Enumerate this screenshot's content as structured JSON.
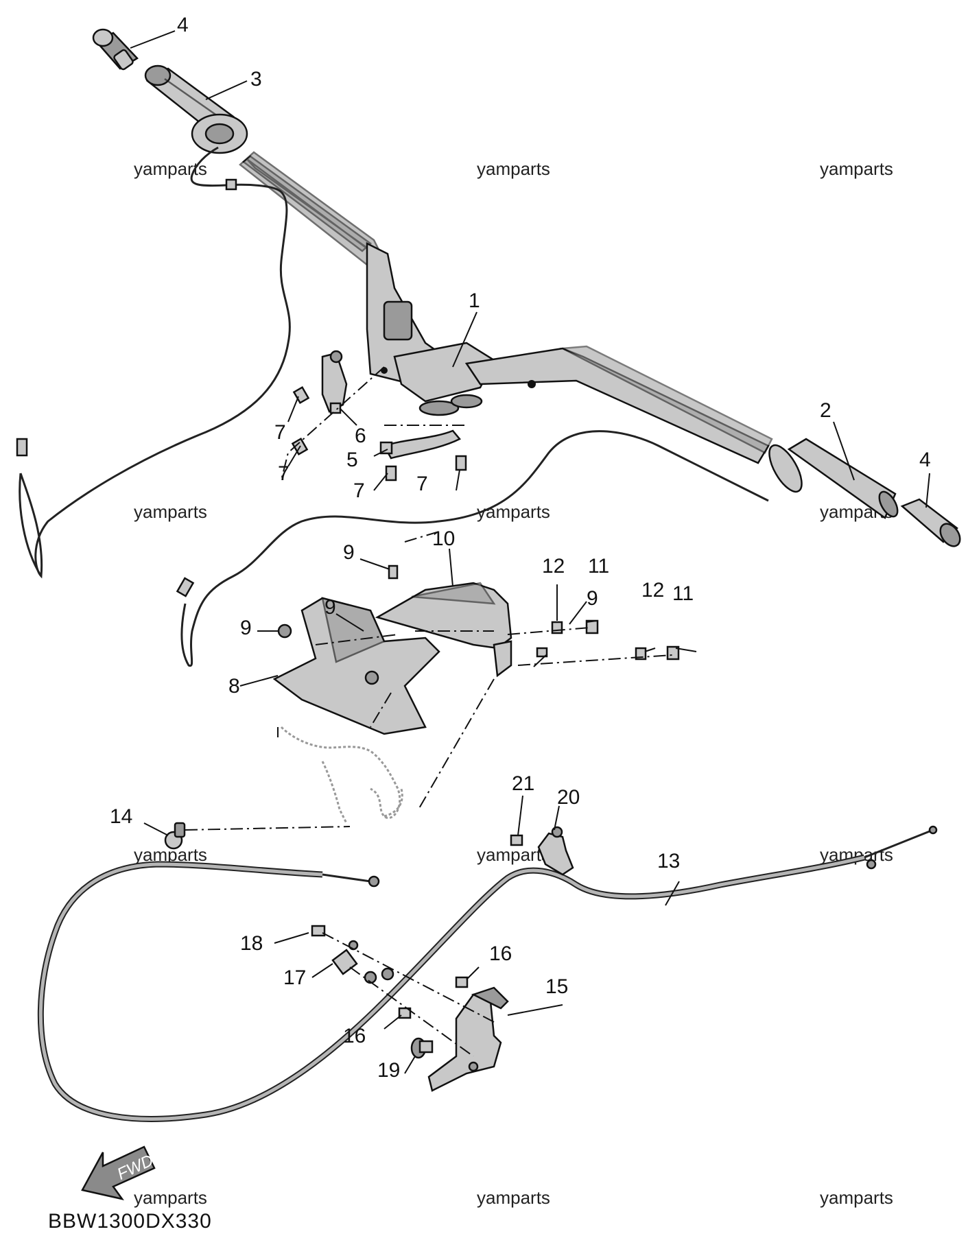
{
  "diagram_code": "BBW1300DX330",
  "watermark": "yamparts",
  "fwd_label": "FWD",
  "callouts": {
    "c1": "1",
    "c2": "2",
    "c3": "3",
    "c4a": "4",
    "c4b": "4",
    "c5": "5",
    "c6": "6",
    "c7a": "7",
    "c7b": "7",
    "c7c": "7",
    "c7d": "7",
    "c8": "8",
    "c9a": "9",
    "c9b": "9",
    "c9c": "9",
    "c9d": "9",
    "c10": "10",
    "c11a": "11",
    "c11b": "11",
    "c12a": "12",
    "c12b": "12",
    "c13": "13",
    "c14": "14",
    "c15": "15",
    "c16a": "16",
    "c16b": "16",
    "c17": "17",
    "c18": "18",
    "c19": "19",
    "c20": "20",
    "c21": "21"
  }
}
